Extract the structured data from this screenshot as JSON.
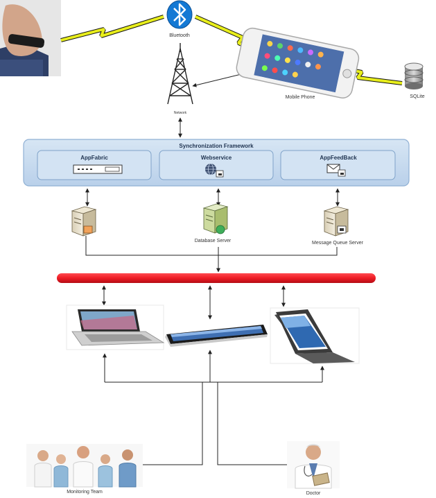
{
  "labels": {
    "bluetooth": "Bluetooth",
    "network": "Network",
    "mobile_phone": "Mobile Phone",
    "sqlite": "SQLite",
    "sync_framework": "Synchronization Framework",
    "appfabric": "AppFabric",
    "webservice": "Webservice",
    "appfeedback": "AppFeedBack",
    "database_server": "Database Server",
    "message_queue_server": "Message Queue Server",
    "monitoring_team": "Monitoring Team",
    "doctor": "Doctor"
  },
  "colors": {
    "panel_fill": "#c9dcef",
    "panel_stroke": "#8fb0d4",
    "bus": "#ee1c25",
    "lightning": "#e8ee1c",
    "bluetooth": "#1479d4"
  }
}
